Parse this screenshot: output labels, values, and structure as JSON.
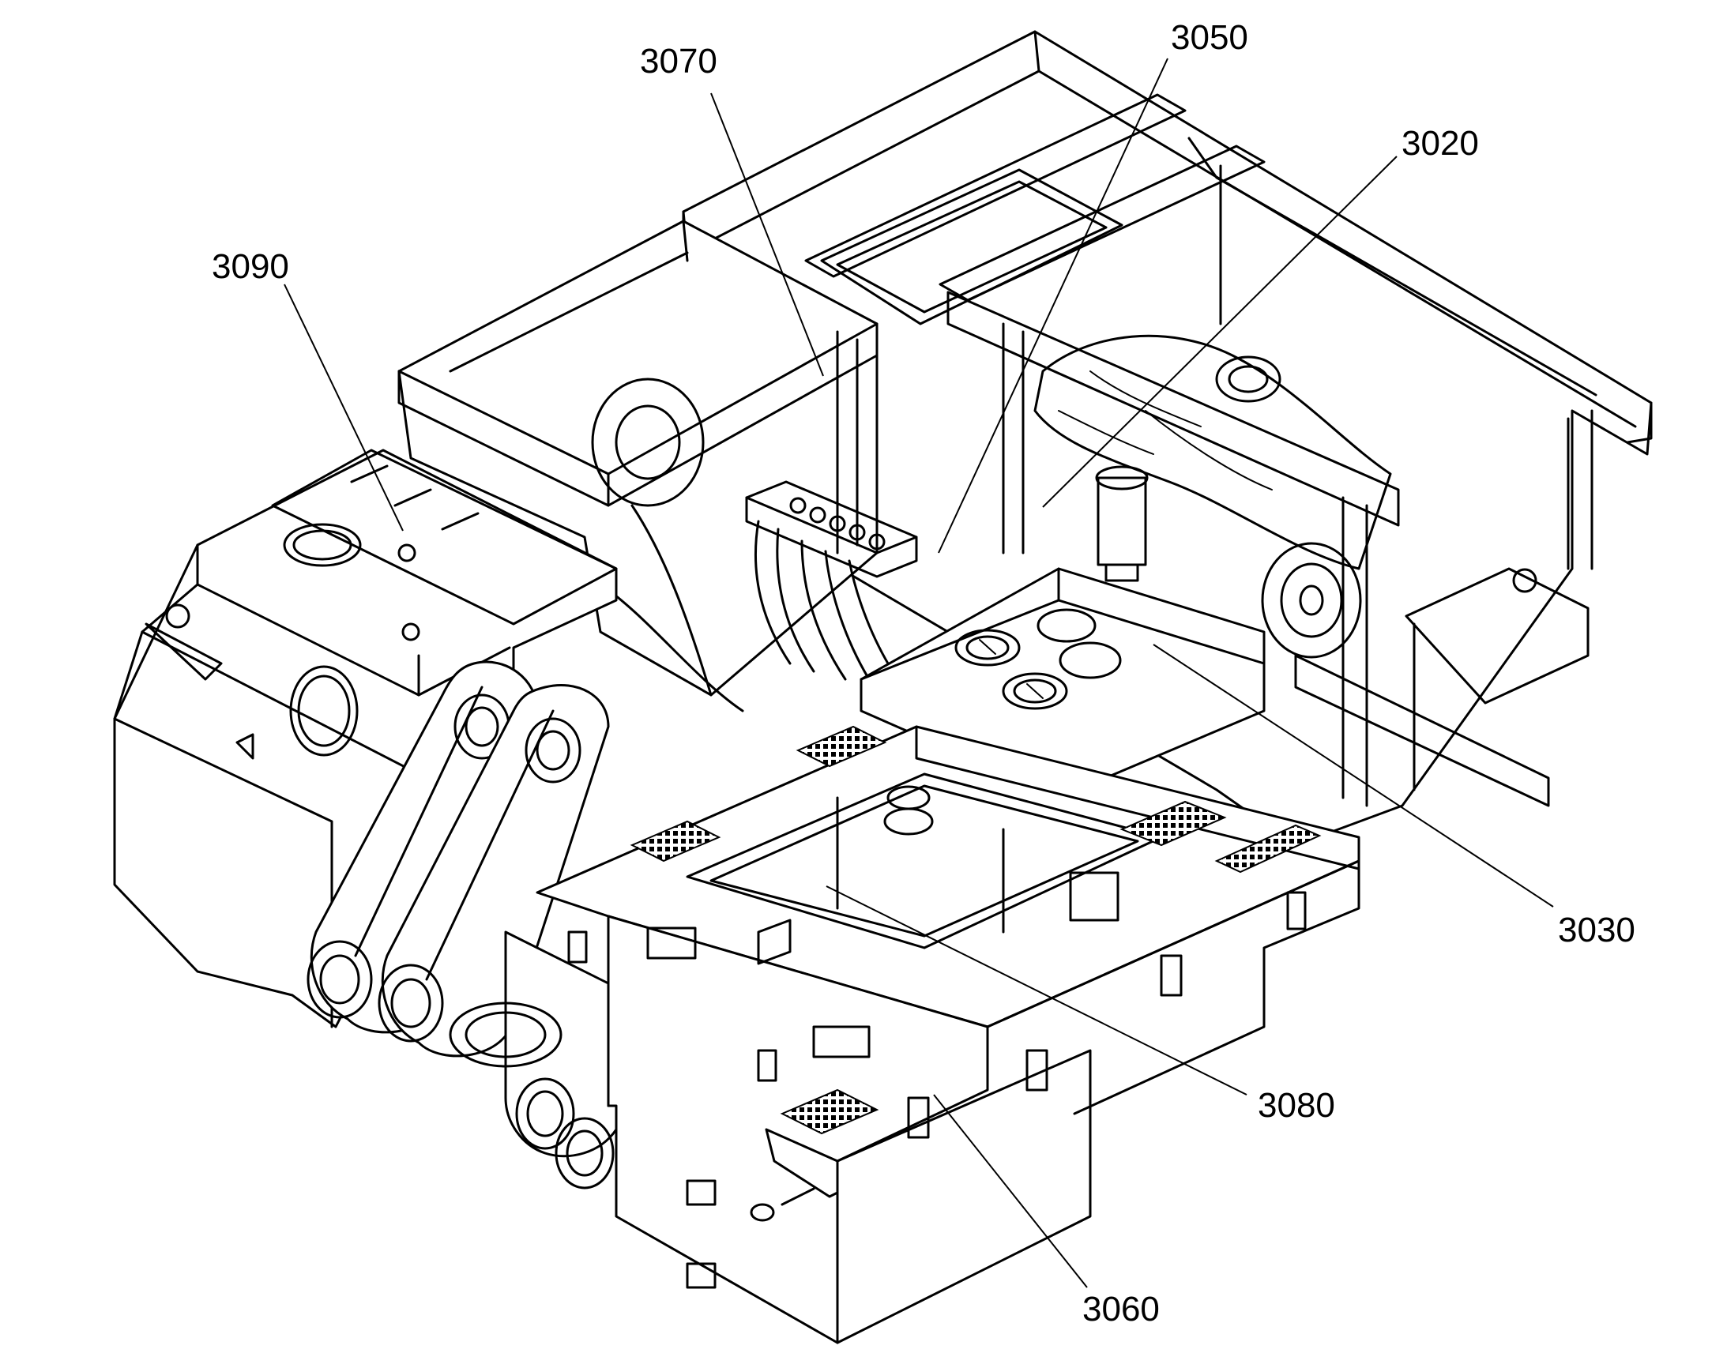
{
  "callouts": [
    {
      "id": "3050",
      "label": "3050"
    },
    {
      "id": "3070",
      "label": "3070"
    },
    {
      "id": "3020",
      "label": "3020"
    },
    {
      "id": "3090",
      "label": "3090"
    },
    {
      "id": "3030",
      "label": "3030"
    },
    {
      "id": "3080",
      "label": "3080"
    },
    {
      "id": "3060",
      "label": "3060"
    }
  ]
}
